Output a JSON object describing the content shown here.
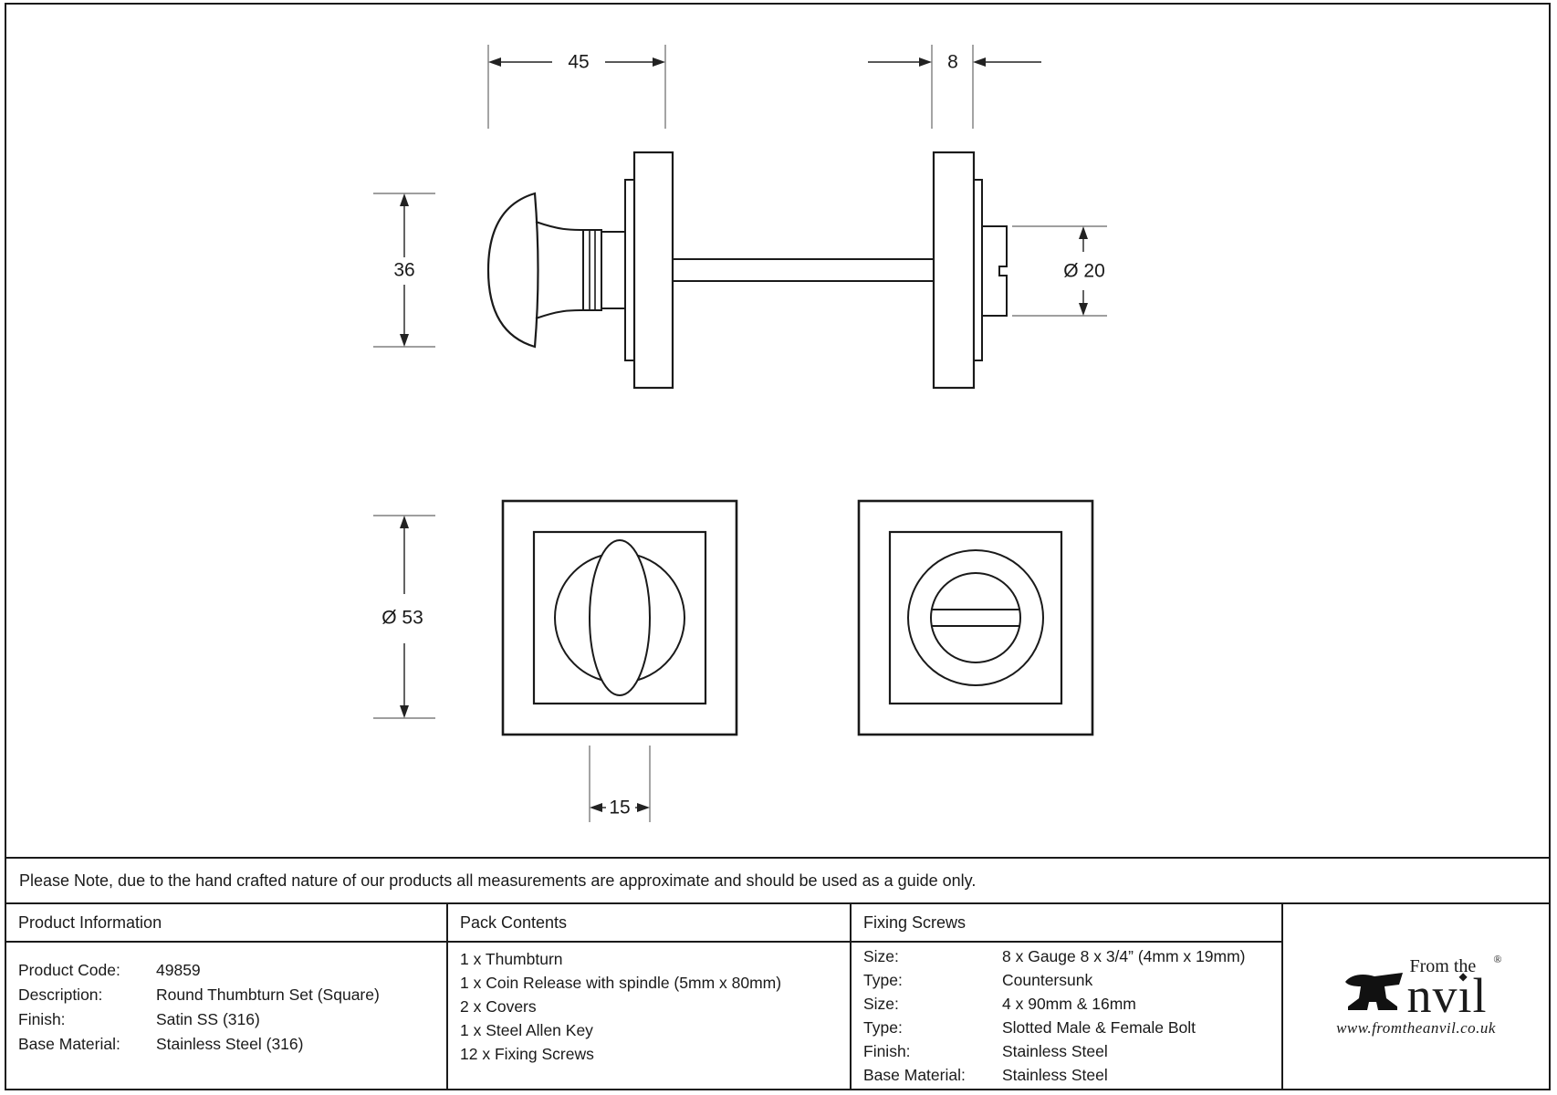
{
  "drawing": {
    "dim_projection": "45",
    "dim_cover_thickness": "8",
    "dim_knob_height": "36",
    "dim_turn_diameter": "Ø 20",
    "dim_cover_diameter": "Ø 53",
    "dim_grip_width": "15"
  },
  "note": "Please Note, due to the hand crafted nature of our products all measurements are approximate and should be used as a guide only.",
  "product_information": {
    "header": "Product Information",
    "rows": [
      {
        "label": "Product Code:",
        "value": "49859"
      },
      {
        "label": "Description:",
        "value": "Round Thumbturn Set (Square)"
      },
      {
        "label": "Finish:",
        "value": "Satin SS (316)"
      },
      {
        "label": "Base Material:",
        "value": "Stainless Steel (316)"
      }
    ]
  },
  "pack_contents": {
    "header": "Pack Contents",
    "items": [
      "1 x Thumbturn",
      "1 x Coin Release with spindle (5mm x 80mm)",
      "2 x Covers",
      "1 x Steel Allen Key",
      "12 x Fixing Screws"
    ]
  },
  "fixing_screws": {
    "header": "Fixing Screws",
    "rows": [
      {
        "label": "Size:",
        "value": "8 x Gauge 8 x 3/4” (4mm x 19mm)"
      },
      {
        "label": "Type:",
        "value": "Countersunk"
      },
      {
        "label": "Size:",
        "value": "4 x 90mm & 16mm"
      },
      {
        "label": "Type:",
        "value": "Slotted Male & Female Bolt"
      },
      {
        "label": "Finish:",
        "value": "Stainless Steel"
      },
      {
        "label": "Base Material:",
        "value": "Stainless Steel"
      }
    ]
  },
  "logo": {
    "brand_prefix": "From the",
    "brand_name": "Anvil",
    "brand_part_nv": "nv",
    "brand_part_i": "ı",
    "brand_i_dot": "◆",
    "brand_part_l": "l",
    "registered_mark": "®",
    "website": "www.fromtheanvil.co.uk"
  }
}
